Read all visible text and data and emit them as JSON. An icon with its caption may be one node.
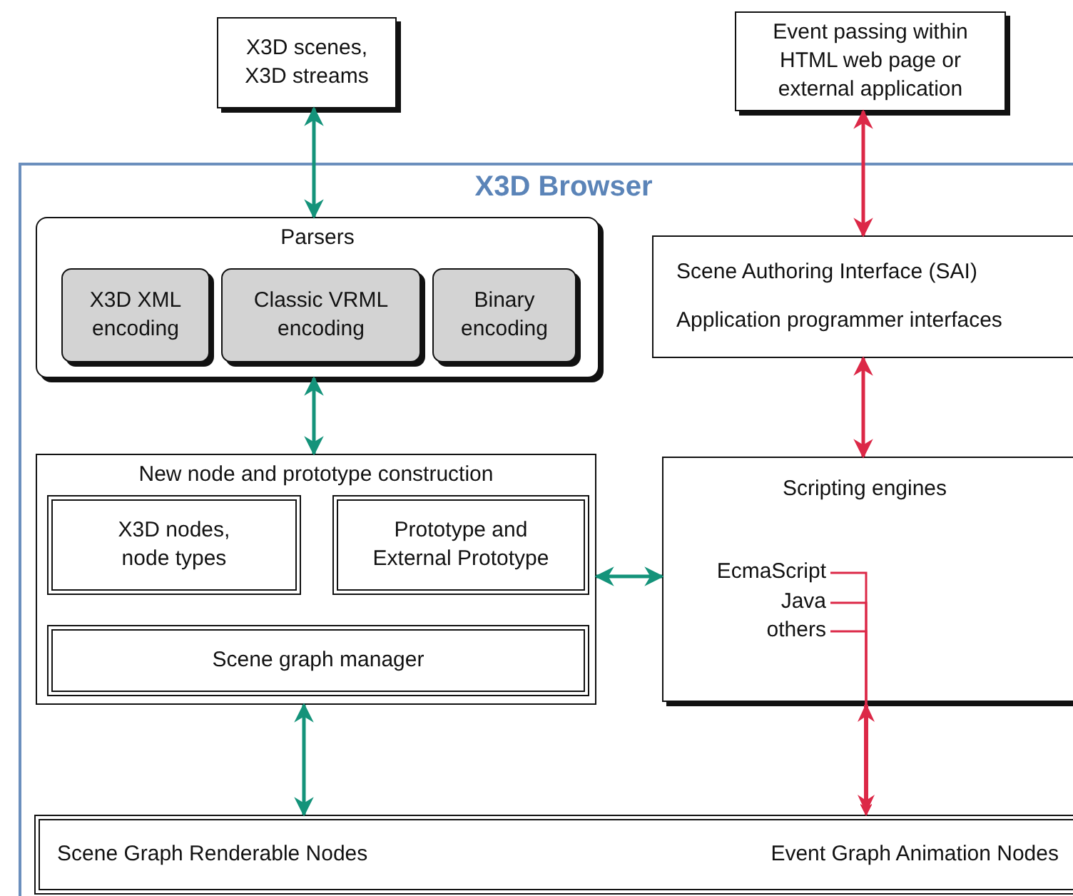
{
  "diagram": {
    "nodes": [
      {
        "text": [
          "X3D scenes, X3D streams"
        ]
      },
      {
        "text": [
          "Event passing within HTML web page or external application"
        ]
      },
      {
        "text": [
          "X3D Browser"
        ]
      },
      {
        "text": [
          "Parsers"
        ],
        "in": 2
      },
      {
        "text": [
          "X3D XML encoding"
        ],
        "in": 3
      },
      {
        "text": [
          "Classic VRML encoding"
        ],
        "in": 3
      },
      {
        "text": [
          "Binary encoding"
        ],
        "in": 3
      },
      {
        "text": [
          "Scene Authoring Interface (SAI)",
          "Application programmer interfaces"
        ],
        "in": 2
      },
      {
        "text": [
          "New node and prototype construction"
        ],
        "in": 2
      },
      {
        "text": [
          "X3D nodes, node types"
        ],
        "in": 8
      },
      {
        "text": [
          "Prototype and External Prototype"
        ],
        "in": 8
      },
      {
        "text": [
          "Scene graph manager"
        ],
        "in": 8
      },
      {
        "text": [
          "Scripting engines"
        ],
        "in": 2
      },
      {
        "text": [
          "EcmaScript"
        ],
        "in": 12
      },
      {
        "text": [
          "Java"
        ],
        "in": 12
      },
      {
        "text": [
          "others"
        ],
        "in": 12
      },
      {
        "text": [
          "Scene Graph Renderable Nodes",
          "Event Graph Animation Nodes"
        ],
        "in": 2
      }
    ],
    "edges": [
      {
        "from": 0,
        "to": 3,
        "arrow": "both",
        "color": "#14937a"
      },
      {
        "from": 1,
        "to": 7,
        "arrow": "both",
        "color": "#dc2847"
      },
      {
        "from": 3,
        "to": 8,
        "arrow": "both",
        "color": "#14937a"
      },
      {
        "from": 7,
        "to": 12,
        "arrow": "both",
        "color": "#dc2847"
      },
      {
        "from": 8,
        "to": 12,
        "arrow": "both",
        "color": "#14937a"
      },
      {
        "from": 8,
        "to": 16,
        "arrow": "both",
        "color": "#14937a"
      },
      {
        "from": 13,
        "to": 16,
        "arrow": "to",
        "color": "#dc2847"
      },
      {
        "from": 14,
        "to": 16,
        "arrow": "to",
        "color": "#dc2847"
      },
      {
        "from": 15,
        "to": 16,
        "arrow": "to",
        "color": "#dc2847"
      }
    ]
  }
}
